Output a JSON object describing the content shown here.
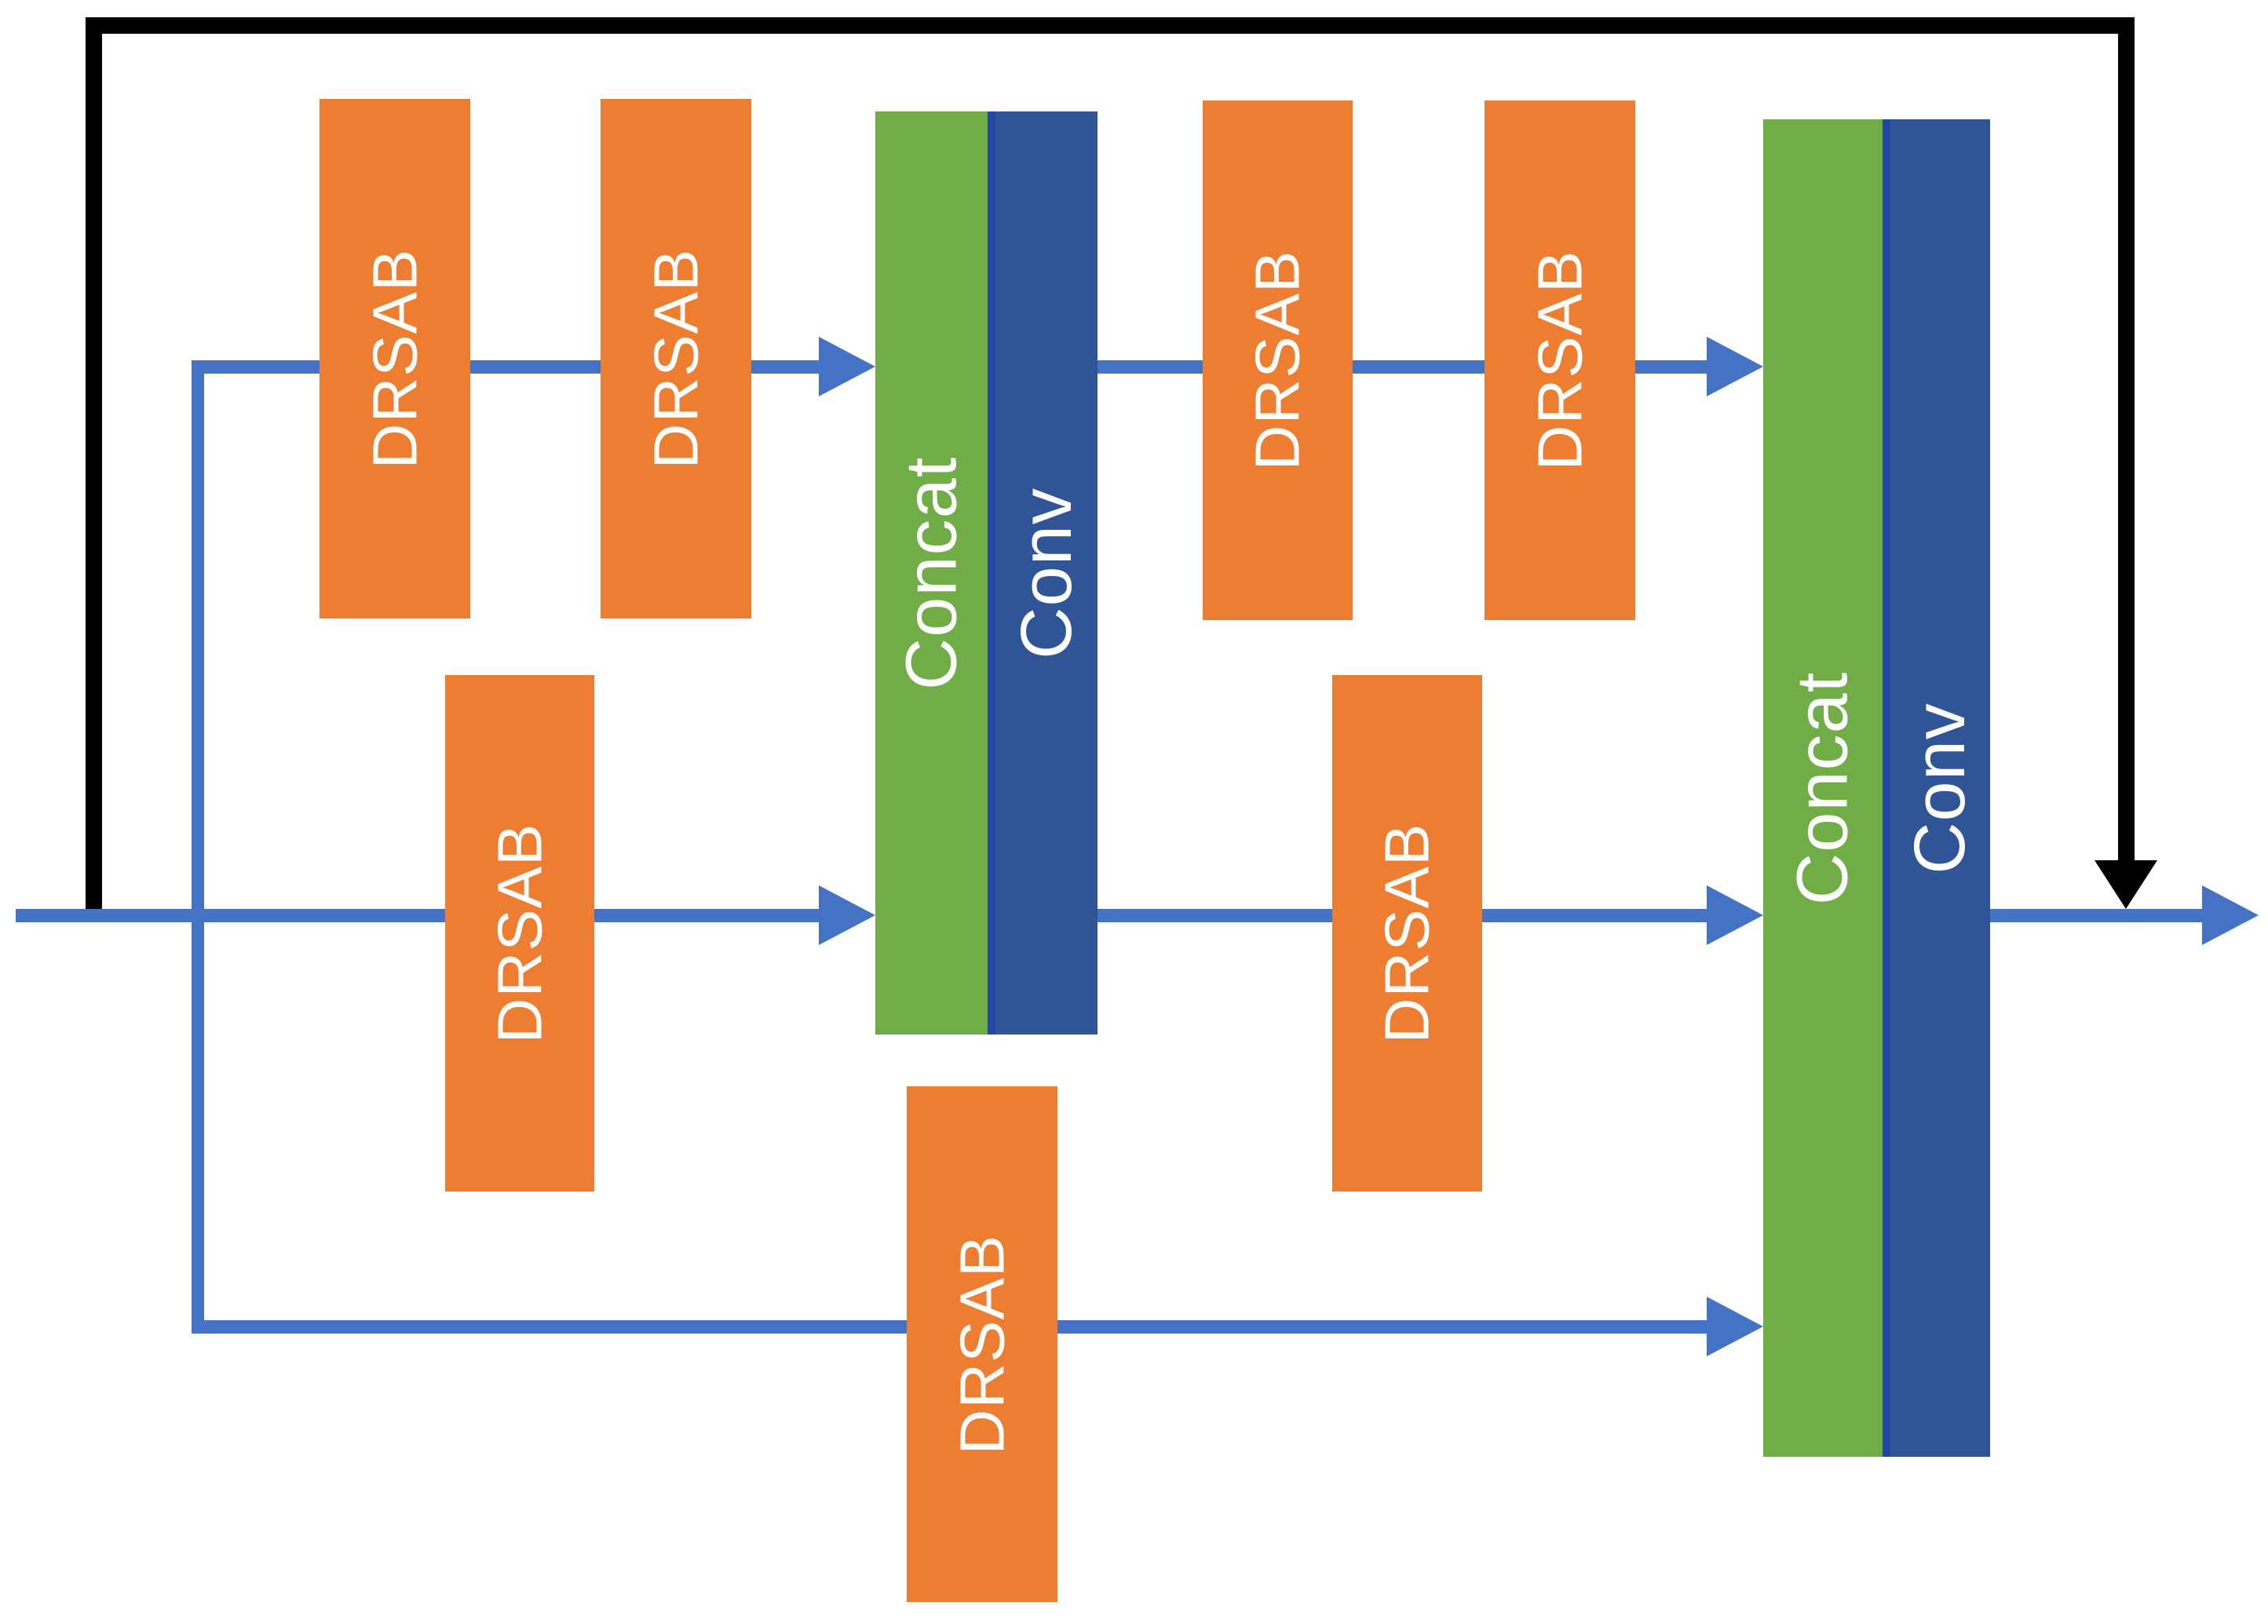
{
  "diagram": {
    "kind": "neural-network block diagram",
    "colors": {
      "drsab_orange": "#ED7D31",
      "concat_green": "#70AD47",
      "conv_blue": "#2F5597",
      "conv_edge_blue": "#2446A5",
      "flow_line_blue": "#4472C4",
      "skip_line_black": "#000000",
      "label_text": "#FFFFFF",
      "background": "#FFFFFF"
    },
    "blocks": [
      {
        "id": "drsab-top-1",
        "label": "DRSAB",
        "branch": "top"
      },
      {
        "id": "drsab-top-2",
        "label": "DRSAB",
        "branch": "top"
      },
      {
        "id": "concat-1",
        "label": "Concat",
        "branch": "fusion-1"
      },
      {
        "id": "conv-1",
        "label": "Conv",
        "branch": "fusion-1"
      },
      {
        "id": "drsab-top-3",
        "label": "DRSAB",
        "branch": "top"
      },
      {
        "id": "drsab-top-4",
        "label": "DRSAB",
        "branch": "top"
      },
      {
        "id": "drsab-middle-1",
        "label": "DRSAB",
        "branch": "middle"
      },
      {
        "id": "drsab-middle-2",
        "label": "DRSAB",
        "branch": "middle"
      },
      {
        "id": "drsab-bottom-1",
        "label": "DRSAB",
        "branch": "bottom"
      },
      {
        "id": "concat-2",
        "label": "Concat",
        "branch": "fusion-2"
      },
      {
        "id": "conv-2",
        "label": "Conv",
        "branch": "fusion-2"
      }
    ],
    "connections": {
      "flow_arrow_color": "#4472C4",
      "skip_connection_color": "#000000",
      "flow_arrow_count": 6,
      "skip_arrow_count": 1
    }
  }
}
